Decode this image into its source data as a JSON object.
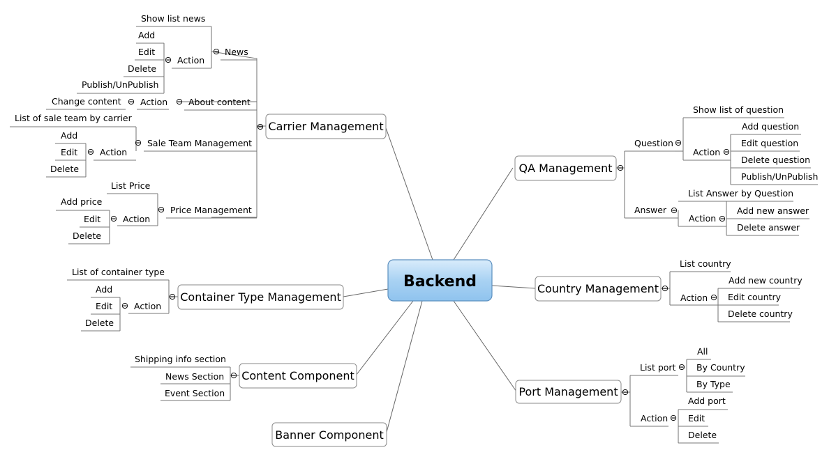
{
  "root": {
    "label": "Backend"
  },
  "collapse_glyph": "⊖",
  "branches": {
    "carrier": {
      "label": "Carrier Management",
      "news": {
        "label": "News",
        "show_list": "Show list news",
        "action": "Action",
        "items": [
          "Add",
          "Edit",
          "Delete",
          "Publish/UnPublish"
        ]
      },
      "about": {
        "label": "About content",
        "action": "Action",
        "change": "Change content"
      },
      "sale_team": {
        "label": "Sale Team Management",
        "list": "List of sale team by carrier",
        "action": "Action",
        "items": [
          "Add",
          "Edit",
          "Delete"
        ]
      },
      "price": {
        "label": "Price Management",
        "list": "List Price",
        "action": "Action",
        "items": [
          "Add price",
          "Edit",
          "Delete"
        ]
      }
    },
    "container": {
      "label": "Container Type Management",
      "list": "List of container type",
      "action": "Action",
      "items": [
        "Add",
        "Edit",
        "Delete"
      ]
    },
    "content": {
      "label": "Content Component",
      "items": [
        "Shipping info section",
        "News Section",
        "Event Section"
      ]
    },
    "banner": {
      "label": "Banner Component"
    },
    "qa": {
      "label": "QA Management",
      "question": {
        "label": "Question",
        "show_list": "Show list of question",
        "action": "Action",
        "items": [
          "Add question",
          "Edit question",
          "Delete question",
          "Publish/UnPublish"
        ]
      },
      "answer": {
        "label": "Answer",
        "list": "List Answer by Question",
        "action": "Action",
        "items": [
          "Add new answer",
          "Delete answer"
        ]
      }
    },
    "country": {
      "label": "Country Management",
      "list": "List country",
      "action": "Action",
      "items": [
        "Add new country",
        "Edit country",
        "Delete country"
      ]
    },
    "port": {
      "label": "Port Management",
      "list_port": {
        "label": "List port",
        "items": [
          "All",
          "By Country",
          "By Type"
        ]
      },
      "action": {
        "label": "Action",
        "items": [
          "Add port",
          "Edit",
          "Delete"
        ]
      }
    }
  }
}
